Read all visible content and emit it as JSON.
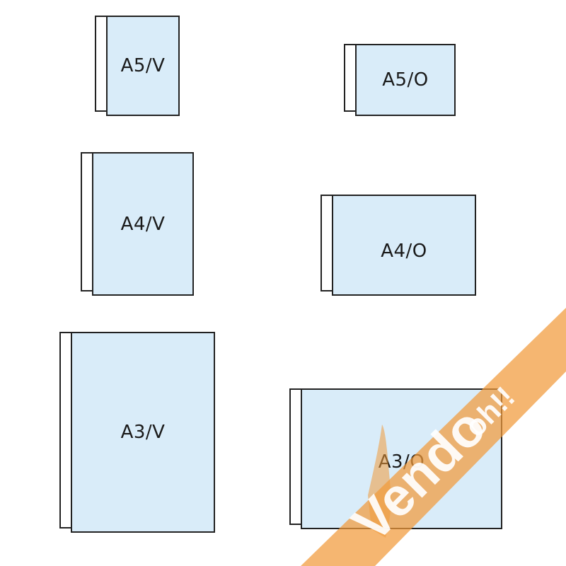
{
  "sizes": {
    "a5v": "A5/V",
    "a5o": "A5/O",
    "a4v": "A4/V",
    "a4o": "A4/O",
    "a3v": "A3/V",
    "a3o": "A3/O"
  },
  "colors": {
    "sheet_fill": "#d9ecf9",
    "outline": "#222222",
    "watermark": "#f19a3a"
  },
  "watermark": {
    "brand": "Vendo",
    "suffix": "oh!!"
  }
}
